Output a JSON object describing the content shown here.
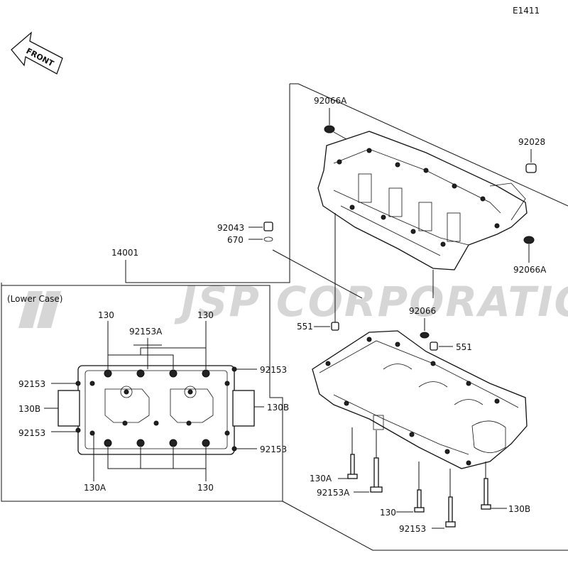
{
  "diagram_code": "E1411",
  "front_label": "FRONT",
  "watermark": "JSP CORPORATION",
  "lower_case_title": "(Lower Case)",
  "assembly_ref": "14001",
  "callouts": {
    "p92066A_top": "92066A",
    "p92028": "92028",
    "p92066A_right": "92066A",
    "p92043": "92043",
    "p670": "670",
    "p92066": "92066",
    "p551_left": "551",
    "p551_right": "551",
    "inset_130_left": "130",
    "inset_130_right": "130",
    "inset_92153A": "92153A",
    "inset_92153_tl": "92153",
    "inset_92153_tr": "92153",
    "inset_130B_left": "130B",
    "inset_130B_right": "130B",
    "inset_92153_bl": "92153",
    "inset_92153_br": "92153",
    "inset_130A": "130A",
    "inset_130_bottom": "130",
    "bolt_130A": "130A",
    "bolt_92153A": "92153A",
    "bolt_130": "130",
    "bolt_130B": "130B",
    "bolt_92153": "92153"
  }
}
